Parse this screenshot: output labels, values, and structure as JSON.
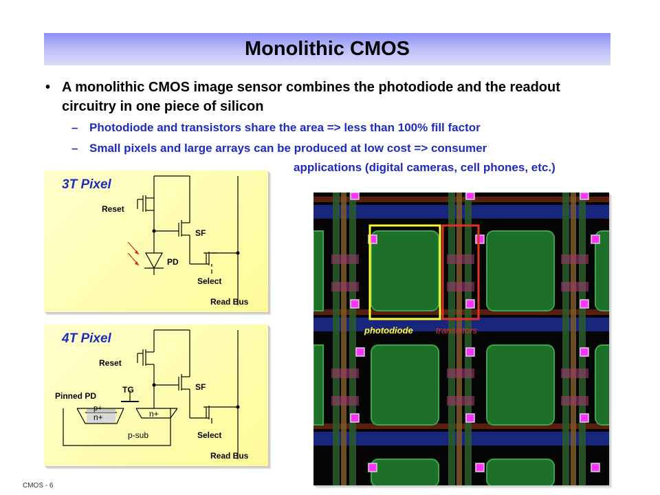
{
  "slide": {
    "title": "Monolithic CMOS",
    "bullet": "A monolithic CMOS image sensor combines the photodiode and the readout circuitry in one piece of silicon",
    "bullet_symbol": "•",
    "sub_bullets": [
      {
        "dash": "–",
        "text": "Photodiode and transistors share the area  => less than 100% fill factor"
      },
      {
        "dash": "–",
        "text": "Small pixels and large arrays can be produced at low cost => consumer"
      }
    ],
    "sub_bullet_continuation": "applications (digital cameras, cell phones, etc.)",
    "footer": "CMOS - 6"
  },
  "pixel_3t": {
    "title": "3T Pixel",
    "reset": "Reset",
    "sf": "SF",
    "pd": "PD",
    "select": "Select",
    "read_bus": "Read Bus"
  },
  "pixel_4t": {
    "title": "4T Pixel",
    "reset": "Reset",
    "sf": "SF",
    "tg": "TG",
    "pinned_pd": "Pinned PD",
    "p_plus": "p+",
    "n_plus_pd": "n+",
    "n_plus_fd": "n+",
    "p_sub": "p-sub",
    "select": "Select",
    "read_bus": "Read Bus"
  },
  "layout": {
    "photodiode_label": "photodiode",
    "transistors_label": "transistors"
  },
  "colors": {
    "title_gradient_top": "#8a8ef5",
    "sub_bullet_text": "#1f2bbf",
    "pixel_box_bg": "#ffffcc",
    "layout_bg": "#000000",
    "photodiode_box": "#ffff33",
    "transistor_box": "#e23322"
  }
}
